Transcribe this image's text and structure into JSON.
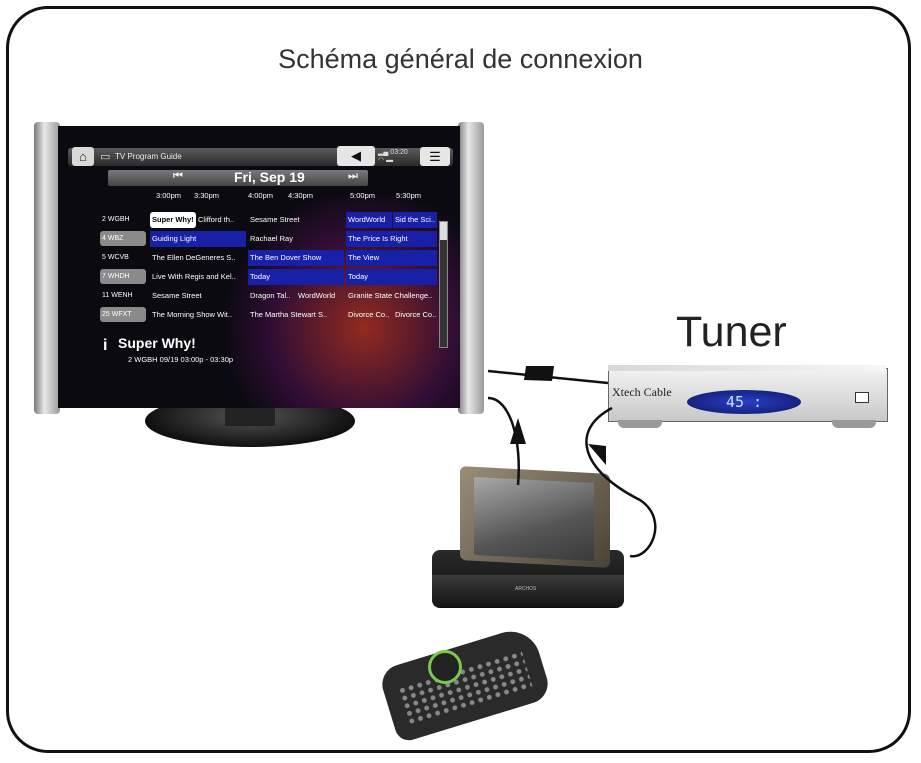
{
  "diagram": {
    "title": "Schéma général de connexion",
    "tuner_label": "Tuner"
  },
  "tuner": {
    "brand": "Xtech Cable",
    "display": "45 :"
  },
  "tv_screen": {
    "app_title": "TV Program Guide",
    "status_time": "03:20",
    "date": "Fri, Sep 19",
    "times": [
      "3:00pm",
      "3:30pm",
      "4:00pm",
      "4:30pm",
      "5:00pm",
      "5:30pm"
    ],
    "channels": [
      "2 WGBH",
      "4 WBZ",
      "5 WCVB",
      "7 WHDH",
      "11 WENH",
      "25 WFXT"
    ],
    "rows": [
      [
        "Super Why!",
        "Clifford th..",
        "Sesame Street",
        "WordWorld",
        "Sid the Sci.."
      ],
      [
        "Guiding Light",
        "Rachael Ray",
        "The Price Is Right"
      ],
      [
        "The Ellen DeGeneres S..",
        "The Ben Dover Show",
        "The View"
      ],
      [
        "Live With Regis and Kel..",
        "Today",
        "Today"
      ],
      [
        "Sesame Street",
        "Dragon Tal..",
        "WordWorld",
        "Granite State Challenge.."
      ],
      [
        "The Morning Show Wit..",
        "The Martha Stewart S..",
        "Divorce Co..",
        "Divorce Co.."
      ]
    ],
    "info_title": "Super Why!",
    "info_detail": "2 WGBH  09/19 03:00p - 03:30p"
  },
  "dock": {
    "logo": "ARCHOS"
  }
}
